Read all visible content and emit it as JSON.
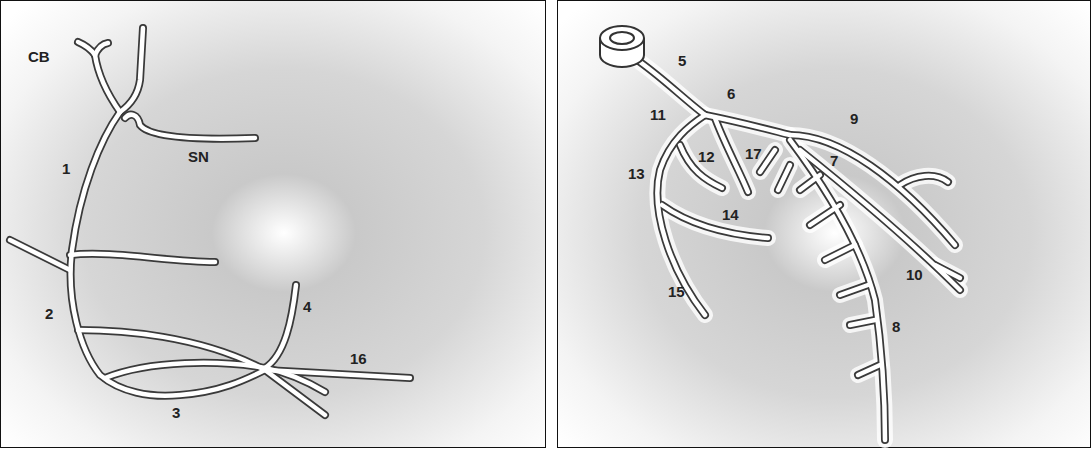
{
  "diagram": {
    "labels": [
      "CB",
      "SN",
      "1",
      "2",
      "4",
      "16",
      "3",
      "5",
      "6",
      "11",
      "9",
      "12",
      "17",
      "13",
      "7",
      "14",
      "10",
      "15",
      "8"
    ]
  }
}
